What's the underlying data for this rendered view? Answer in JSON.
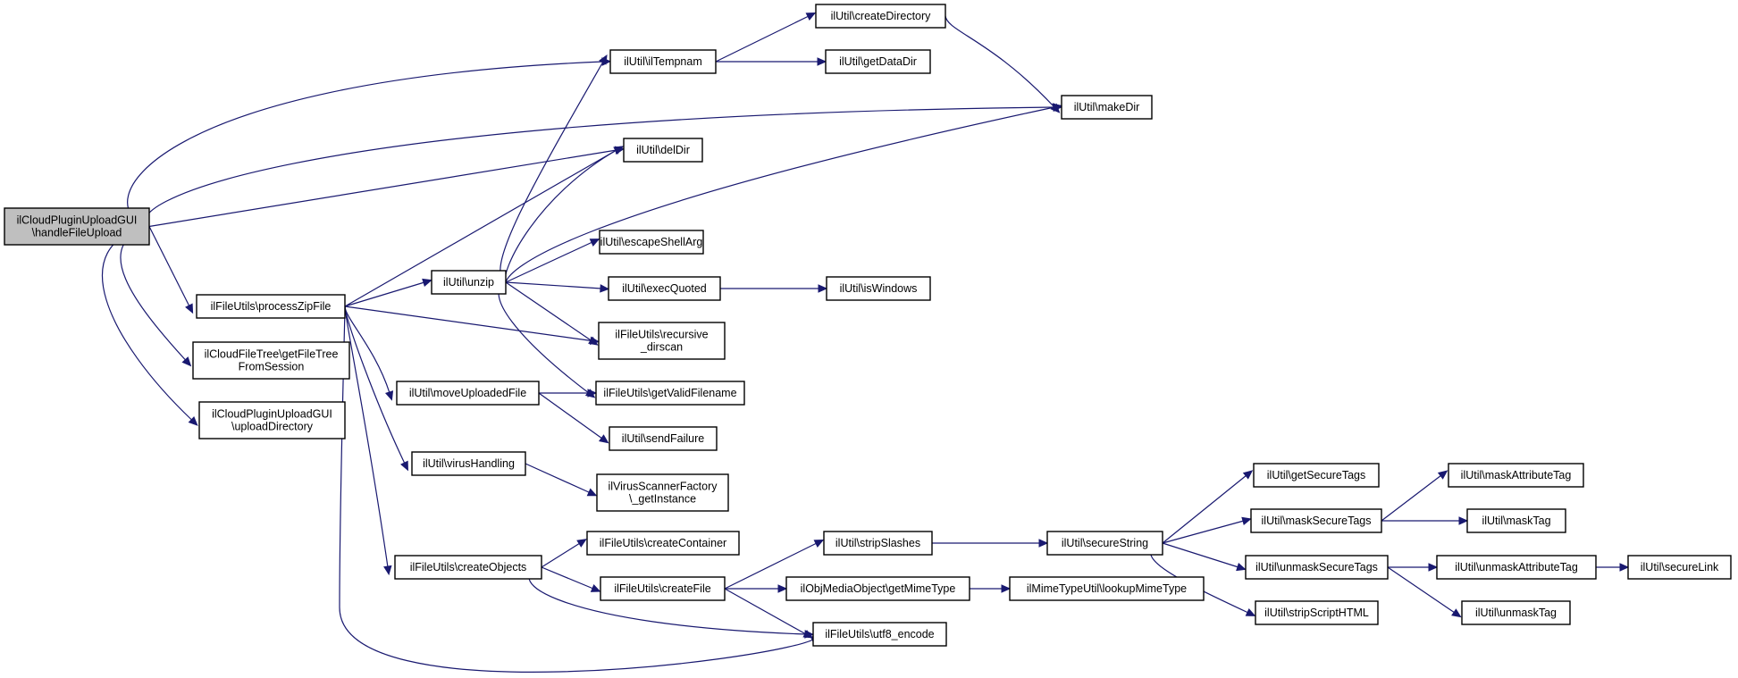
{
  "graph": {
    "nodes": [
      {
        "id": "root",
        "lines": [
          "ilCloudPluginUploadGUI",
          "\\handleFileUpload"
        ],
        "highlighted": true
      },
      {
        "id": "tempnam",
        "lines": [
          "ilUtil\\ilTempnam"
        ]
      },
      {
        "id": "createDirectory",
        "lines": [
          "ilUtil\\createDirectory"
        ]
      },
      {
        "id": "getDataDir",
        "lines": [
          "ilUtil\\getDataDir"
        ]
      },
      {
        "id": "makeDir",
        "lines": [
          "ilUtil\\makeDir"
        ]
      },
      {
        "id": "delDir",
        "lines": [
          "ilUtil\\delDir"
        ]
      },
      {
        "id": "processZipFile",
        "lines": [
          "ilFileUtils\\processZipFile"
        ]
      },
      {
        "id": "unzip",
        "lines": [
          "ilUtil\\unzip"
        ]
      },
      {
        "id": "escapeShellArg",
        "lines": [
          "ilUtil\\escapeShellArg"
        ]
      },
      {
        "id": "execQuoted",
        "lines": [
          "ilUtil\\execQuoted"
        ]
      },
      {
        "id": "isWindows",
        "lines": [
          "ilUtil\\isWindows"
        ]
      },
      {
        "id": "recursive",
        "lines": [
          "ilFileUtils\\recursive",
          "_dirscan"
        ]
      },
      {
        "id": "getFileTree",
        "lines": [
          "ilCloudFileTree\\getFileTree",
          "FromSession"
        ]
      },
      {
        "id": "uploadDirectory",
        "lines": [
          "ilCloudPluginUploadGUI",
          "\\uploadDirectory"
        ]
      },
      {
        "id": "moveUploadedFile",
        "lines": [
          "ilUtil\\moveUploadedFile"
        ]
      },
      {
        "id": "getValidFilename",
        "lines": [
          "ilFileUtils\\getValidFilename"
        ]
      },
      {
        "id": "sendFailure",
        "lines": [
          "ilUtil\\sendFailure"
        ]
      },
      {
        "id": "virusHandling",
        "lines": [
          "ilUtil\\virusHandling"
        ]
      },
      {
        "id": "virusScanner",
        "lines": [
          "ilVirusScannerFactory",
          "\\_getInstance"
        ]
      },
      {
        "id": "createObjects",
        "lines": [
          "ilFileUtils\\createObjects"
        ]
      },
      {
        "id": "createContainer",
        "lines": [
          "ilFileUtils\\createContainer"
        ]
      },
      {
        "id": "createFile",
        "lines": [
          "ilFileUtils\\createFile"
        ]
      },
      {
        "id": "stripSlashes",
        "lines": [
          "ilUtil\\stripSlashes"
        ]
      },
      {
        "id": "getMimeType",
        "lines": [
          "ilObjMediaObject\\getMimeType"
        ]
      },
      {
        "id": "lookupMimeType",
        "lines": [
          "ilMimeTypeUtil\\lookupMimeType"
        ]
      },
      {
        "id": "utf8encode",
        "lines": [
          "ilFileUtils\\utf8_encode"
        ]
      },
      {
        "id": "secureString",
        "lines": [
          "ilUtil\\secureString"
        ]
      },
      {
        "id": "getSecureTags",
        "lines": [
          "ilUtil\\getSecureTags"
        ]
      },
      {
        "id": "maskSecureTags",
        "lines": [
          "ilUtil\\maskSecureTags"
        ]
      },
      {
        "id": "unmaskSecureTags",
        "lines": [
          "ilUtil\\unmaskSecureTags"
        ]
      },
      {
        "id": "stripScriptHTML",
        "lines": [
          "ilUtil\\stripScriptHTML"
        ]
      },
      {
        "id": "maskAttributeTag",
        "lines": [
          "ilUtil\\maskAttributeTag"
        ]
      },
      {
        "id": "maskTag",
        "lines": [
          "ilUtil\\maskTag"
        ]
      },
      {
        "id": "unmaskAttributeTag",
        "lines": [
          "ilUtil\\unmaskAttributeTag"
        ]
      },
      {
        "id": "unmaskTag",
        "lines": [
          "ilUtil\\unmaskTag"
        ]
      },
      {
        "id": "secureLink",
        "lines": [
          "ilUtil\\secureLink"
        ]
      }
    ],
    "edges": [
      {
        "from": "root",
        "to": "tempnam"
      },
      {
        "from": "root",
        "to": "makeDir"
      },
      {
        "from": "root",
        "to": "delDir"
      },
      {
        "from": "root",
        "to": "processZipFile"
      },
      {
        "from": "root",
        "to": "getFileTree"
      },
      {
        "from": "root",
        "to": "uploadDirectory"
      },
      {
        "from": "tempnam",
        "to": "createDirectory"
      },
      {
        "from": "tempnam",
        "to": "getDataDir"
      },
      {
        "from": "createDirectory",
        "to": "makeDir"
      },
      {
        "from": "processZipFile",
        "to": "delDir"
      },
      {
        "from": "processZipFile",
        "to": "unzip"
      },
      {
        "from": "processZipFile",
        "to": "recursive"
      },
      {
        "from": "processZipFile",
        "to": "moveUploadedFile"
      },
      {
        "from": "processZipFile",
        "to": "virusHandling"
      },
      {
        "from": "processZipFile",
        "to": "createObjects"
      },
      {
        "from": "processZipFile",
        "to": "utf8encode"
      },
      {
        "from": "unzip",
        "to": "tempnam"
      },
      {
        "from": "unzip",
        "to": "delDir"
      },
      {
        "from": "unzip",
        "to": "makeDir"
      },
      {
        "from": "unzip",
        "to": "escapeShellArg"
      },
      {
        "from": "unzip",
        "to": "execQuoted"
      },
      {
        "from": "unzip",
        "to": "recursive"
      },
      {
        "from": "unzip",
        "to": "getValidFilename"
      },
      {
        "from": "execQuoted",
        "to": "isWindows"
      },
      {
        "from": "moveUploadedFile",
        "to": "getValidFilename"
      },
      {
        "from": "moveUploadedFile",
        "to": "sendFailure"
      },
      {
        "from": "virusHandling",
        "to": "virusScanner"
      },
      {
        "from": "createObjects",
        "to": "createContainer"
      },
      {
        "from": "createObjects",
        "to": "createFile"
      },
      {
        "from": "createObjects",
        "to": "utf8encode"
      },
      {
        "from": "createFile",
        "to": "stripSlashes"
      },
      {
        "from": "createFile",
        "to": "getMimeType"
      },
      {
        "from": "createFile",
        "to": "utf8encode"
      },
      {
        "from": "getMimeType",
        "to": "lookupMimeType"
      },
      {
        "from": "stripSlashes",
        "to": "secureString"
      },
      {
        "from": "secureString",
        "to": "getSecureTags"
      },
      {
        "from": "secureString",
        "to": "maskSecureTags"
      },
      {
        "from": "secureString",
        "to": "unmaskSecureTags"
      },
      {
        "from": "secureString",
        "to": "stripScriptHTML"
      },
      {
        "from": "maskSecureTags",
        "to": "maskAttributeTag"
      },
      {
        "from": "maskSecureTags",
        "to": "maskTag"
      },
      {
        "from": "unmaskSecureTags",
        "to": "unmaskAttributeTag"
      },
      {
        "from": "unmaskSecureTags",
        "to": "unmaskTag"
      },
      {
        "from": "unmaskAttributeTag",
        "to": "secureLink"
      }
    ]
  }
}
